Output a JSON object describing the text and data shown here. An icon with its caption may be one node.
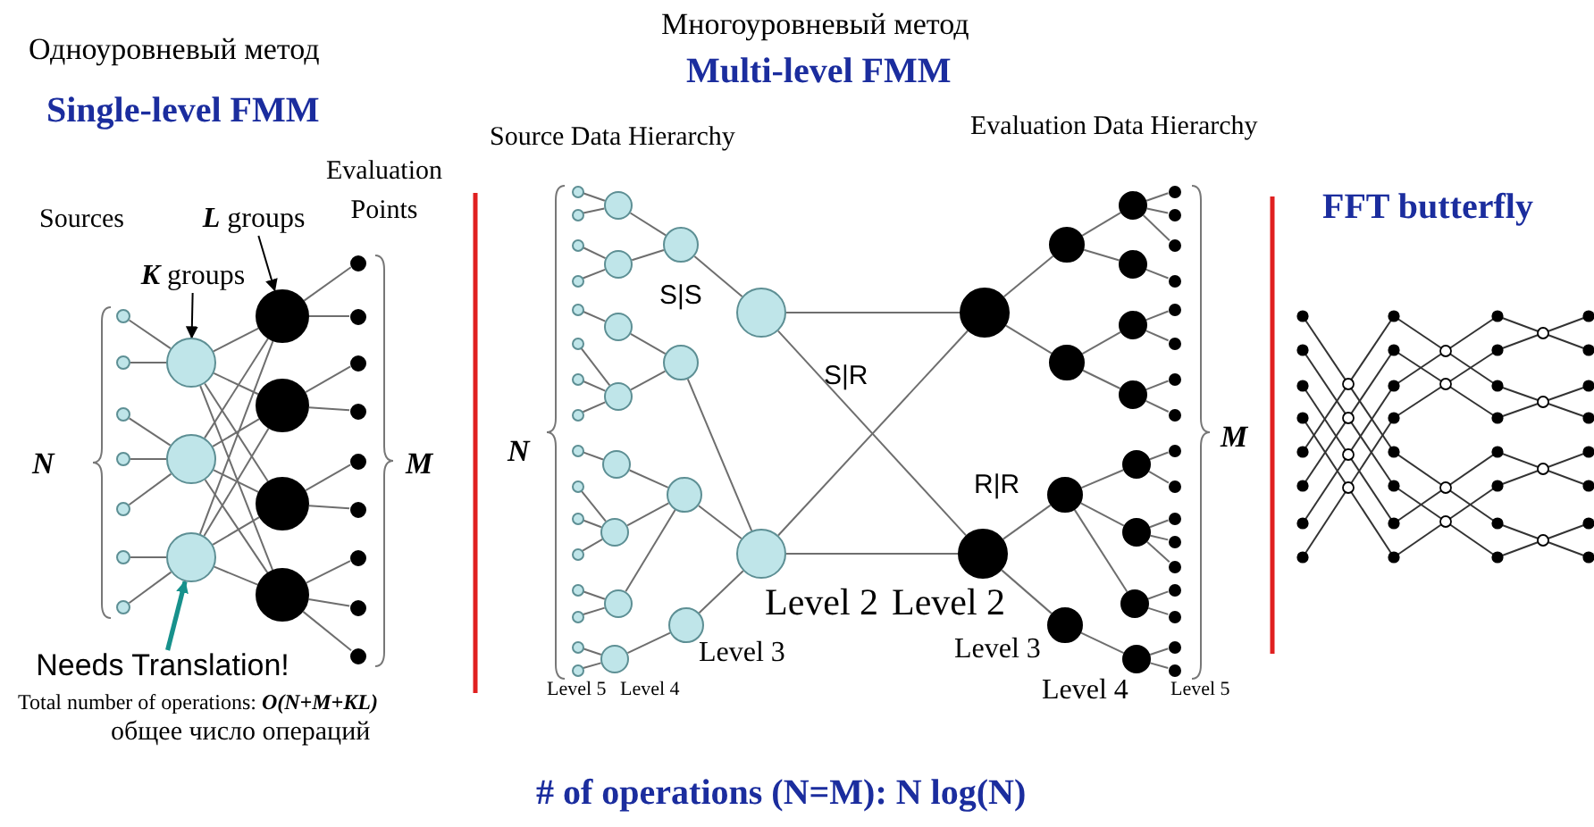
{
  "diagram": {
    "nodes": [
      {
        "text": [
          "**K** groups"
        ]
      },
      {
        "text": [
          "**L** groups"
        ]
      },
      {
        "text": [],
        "shape": "circle"
      },
      {
        "text": [],
        "shape": "circle"
      },
      {
        "text": [],
        "shape": "circle"
      },
      {
        "text": [],
        "shape": "circle"
      },
      {
        "text": [],
        "shape": "circle"
      },
      {
        "text": [],
        "shape": "circle"
      },
      {
        "text": [],
        "shape": "circle"
      },
      {
        "text": [],
        "shape": "circle"
      },
      {
        "text": [],
        "shape": "circle"
      },
      {
        "text": [],
        "shape": "circle"
      },
      {
        "text": [],
        "shape": "circle"
      },
      {
        "text": [],
        "shape": "circle"
      },
      {
        "text": [],
        "shape": "circle"
      },
      {
        "text": [],
        "shape": "circle"
      },
      {
        "text": [],
        "shape": "circle"
      },
      {
        "text": [],
        "shape": "circle"
      },
      {
        "text": [],
        "shape": "circle"
      },
      {
        "text": [],
        "shape": "circle"
      },
      {
        "text": [],
        "shape": "circle"
      },
      {
        "text": [],
        "shape": "circle"
      },
      {
        "text": [],
        "shape": "circle"
      },
      {
        "text": [],
        "shape": "circle"
      },
      {
        "text": [],
        "shape": "circle"
      },
      {
        "text": [
          "Needs Translation!"
        ]
      },
      {
        "text": [],
        "shape": "circle"
      },
      {
        "text": [],
        "shape": "circle"
      },
      {
        "text": [],
        "shape": "circle"
      },
      {
        "text": [],
        "shape": "circle"
      },
      {
        "text": [],
        "shape": "circle"
      },
      {
        "text": [],
        "shape": "circle"
      },
      {
        "text": [],
        "shape": "circle"
      },
      {
        "text": [],
        "shape": "circle"
      },
      {
        "text": [],
        "shape": "circle"
      },
      {
        "text": [],
        "shape": "circle"
      },
      {
        "text": [],
        "shape": "circle"
      },
      {
        "text": [],
        "shape": "circle"
      },
      {
        "text": [],
        "shape": "circle"
      },
      {
        "text": [],
        "shape": "circle"
      },
      {
        "text": [],
        "shape": "circle"
      },
      {
        "text": [],
        "shape": "circle"
      },
      {
        "text": [],
        "shape": "circle"
      },
      {
        "text": [],
        "shape": "circle"
      },
      {
        "text": [],
        "shape": "circle"
      },
      {
        "text": [],
        "shape": "circle"
      },
      {
        "text": [],
        "shape": "circle"
      },
      {
        "text": [],
        "shape": "circle"
      },
      {
        "text": [],
        "shape": "circle"
      },
      {
        "text": [],
        "shape": "circle"
      },
      {
        "text": [],
        "shape": "circle"
      },
      {
        "text": [],
        "shape": "circle"
      },
      {
        "text": [],
        "shape": "circle"
      },
      {
        "text": [],
        "shape": "circle"
      },
      {
        "text": [],
        "shape": "circle"
      },
      {
        "text": [],
        "shape": "circle"
      },
      {
        "text": [],
        "shape": "circle"
      },
      {
        "text": [],
        "shape": "circle"
      },
      {
        "text": [],
        "shape": "circle"
      },
      {
        "text": [],
        "shape": "circle"
      },
      {
        "text": [],
        "shape": "circle"
      },
      {
        "text": [],
        "shape": "circle"
      },
      {
        "text": [],
        "shape": "circle"
      },
      {
        "text": [],
        "shape": "circle"
      },
      {
        "text": [],
        "shape": "circle"
      },
      {
        "text": [],
        "shape": "circle"
      },
      {
        "text": [],
        "shape": "circle"
      },
      {
        "text": [],
        "shape": "circle"
      },
      {
        "text": [],
        "shape": "circle"
      },
      {
        "text": [],
        "shape": "circle"
      },
      {
        "text": [],
        "shape": "circle"
      },
      {
        "text": [],
        "shape": "circle"
      },
      {
        "text": [],
        "shape": "circle"
      },
      {
        "text": [],
        "shape": "circle"
      },
      {
        "text": [],
        "shape": "circle"
      },
      {
        "text": [],
        "shape": "circle"
      },
      {
        "text": [],
        "shape": "circle"
      },
      {
        "text": [],
        "shape": "circle"
      },
      {
        "text": [],
        "shape": "circle"
      },
      {
        "text": [],
        "shape": "circle"
      },
      {
        "text": [],
        "shape": "circle"
      },
      {
        "text": [],
        "shape": "circle"
      },
      {
        "text": [],
        "shape": "circle"
      },
      {
        "text": [],
        "shape": "circle"
      },
      {
        "text": [],
        "shape": "circle"
      },
      {
        "text": [],
        "shape": "circle"
      },
      {
        "text": [],
        "shape": "circle"
      }
    ],
    "edges": [
      {
        "from": 0,
        "to": 9,
        "arrow": "to",
        "color": "#000000"
      },
      {
        "from": 1,
        "to": 12,
        "arrow": "to",
        "color": "#000000"
      },
      {
        "from": 2,
        "to": 9,
        "arrow": "none"
      },
      {
        "from": 3,
        "to": 9,
        "arrow": "none"
      },
      {
        "from": 4,
        "to": 10,
        "arrow": "none"
      },
      {
        "from": 5,
        "to": 10,
        "arrow": "none"
      },
      {
        "from": 6,
        "to": 10,
        "arrow": "none"
      },
      {
        "from": 7,
        "to": 11,
        "arrow": "none"
      },
      {
        "from": 8,
        "to": 11,
        "arrow": "none"
      },
      {
        "from": 9,
        "to": 12,
        "arrow": "none"
      },
      {
        "from": 9,
        "to": 13,
        "arrow": "none"
      },
      {
        "from": 9,
        "to": 14,
        "arrow": "none"
      },
      {
        "from": 9,
        "to": 15,
        "arrow": "none"
      },
      {
        "from": 10,
        "to": 12,
        "arrow": "none"
      },
      {
        "from": 10,
        "to": 13,
        "arrow": "none"
      },
      {
        "from": 10,
        "to": 14,
        "arrow": "none"
      },
      {
        "from": 10,
        "to": 15,
        "arrow": "none"
      },
      {
        "from": 11,
        "to": 12,
        "arrow": "none"
      },
      {
        "from": 11,
        "to": 13,
        "arrow": "none"
      },
      {
        "from": 11,
        "to": 14,
        "arrow": "none"
      },
      {
        "from": 11,
        "to": 15,
        "arrow": "none"
      },
      {
        "from": 12,
        "to": 16,
        "arrow": "none"
      },
      {
        "from": 12,
        "to": 17,
        "arrow": "none"
      },
      {
        "from": 13,
        "to": 18,
        "arrow": "none"
      },
      {
        "from": 13,
        "to": 19,
        "arrow": "none"
      },
      {
        "from": 14,
        "to": 20,
        "arrow": "none"
      },
      {
        "from": 14,
        "to": 21,
        "arrow": "none"
      },
      {
        "from": 15,
        "to": 22,
        "arrow": "none"
      },
      {
        "from": 15,
        "to": 23,
        "arrow": "none"
      },
      {
        "from": 15,
        "to": 24,
        "arrow": "none"
      },
      {
        "from": 25,
        "to": 11,
        "arrow": "to",
        "style": "thick",
        "color": "#17918c"
      },
      {
        "from": 26,
        "to": 42,
        "arrow": "none"
      },
      {
        "from": 27,
        "to": 42,
        "arrow": "none"
      },
      {
        "from": 28,
        "to": 43,
        "arrow": "none"
      },
      {
        "from": 29,
        "to": 43,
        "arrow": "none"
      },
      {
        "from": 30,
        "to": 44,
        "arrow": "none"
      },
      {
        "from": 31,
        "to": 45,
        "arrow": "none"
      },
      {
        "from": 32,
        "to": 45,
        "arrow": "none"
      },
      {
        "from": 33,
        "to": 45,
        "arrow": "none"
      },
      {
        "from": 34,
        "to": 46,
        "arrow": "none"
      },
      {
        "from": 35,
        "to": 47,
        "arrow": "none"
      },
      {
        "from": 36,
        "to": 47,
        "arrow": "none"
      },
      {
        "from": 37,
        "to": 47,
        "arrow": "none"
      },
      {
        "from": 38,
        "to": 48,
        "arrow": "none"
      },
      {
        "from": 39,
        "to": 48,
        "arrow": "none"
      },
      {
        "from": 40,
        "to": 49,
        "arrow": "none"
      },
      {
        "from": 41,
        "to": 49,
        "arrow": "none"
      },
      {
        "from": 42,
        "to": 50,
        "arrow": "none"
      },
      {
        "from": 43,
        "to": 50,
        "arrow": "none"
      },
      {
        "from": 44,
        "to": 51,
        "arrow": "none"
      },
      {
        "from": 45,
        "to": 51,
        "arrow": "none"
      },
      {
        "from": 46,
        "to": 52,
        "arrow": "none"
      },
      {
        "from": 47,
        "to": 52,
        "arrow": "none"
      },
      {
        "from": 48,
        "to": 52,
        "arrow": "none"
      },
      {
        "from": 49,
        "to": 53,
        "arrow": "none"
      },
      {
        "from": 50,
        "to": 54,
        "arrow": "none"
      },
      {
        "from": 51,
        "to": 55,
        "arrow": "none"
      },
      {
        "from": 52,
        "to": 55,
        "arrow": "none"
      },
      {
        "from": 53,
        "to": 55,
        "arrow": "none"
      },
      {
        "from": 54,
        "to": 56,
        "arrow": "none"
      },
      {
        "from": 54,
        "to": 57,
        "arrow": "none"
      },
      {
        "from": 55,
        "to": 56,
        "arrow": "none"
      },
      {
        "from": 55,
        "to": 57,
        "arrow": "none"
      },
      {
        "from": 56,
        "to": 58,
        "arrow": "none"
      },
      {
        "from": 56,
        "to": 59,
        "arrow": "none"
      },
      {
        "from": 57,
        "to": 60,
        "arrow": "none"
      },
      {
        "from": 57,
        "to": 61,
        "arrow": "none"
      },
      {
        "from": 58,
        "to": 62,
        "arrow": "none"
      },
      {
        "from": 58,
        "to": 63,
        "arrow": "none"
      },
      {
        "from": 59,
        "to": 64,
        "arrow": "none"
      },
      {
        "from": 59,
        "to": 65,
        "arrow": "none"
      },
      {
        "from": 60,
        "to": 66,
        "arrow": "none"
      },
      {
        "from": 60,
        "to": 67,
        "arrow": "none"
      },
      {
        "from": 60,
        "to": 68,
        "arrow": "none"
      },
      {
        "from": 61,
        "to": 69,
        "arrow": "none"
      },
      {
        "from": 62,
        "to": 70,
        "arrow": "none"
      },
      {
        "from": 62,
        "to": 71,
        "arrow": "none"
      },
      {
        "from": 62,
        "to": 72,
        "arrow": "none"
      },
      {
        "from": 63,
        "to": 73,
        "arrow": "none"
      },
      {
        "from": 64,
        "to": 74,
        "arrow": "none"
      },
      {
        "from": 64,
        "to": 75,
        "arrow": "none"
      },
      {
        "from": 65,
        "to": 76,
        "arrow": "none"
      },
      {
        "from": 65,
        "to": 77,
        "arrow": "none"
      },
      {
        "from": 66,
        "to": 78,
        "arrow": "none"
      },
      {
        "from": 66,
        "to": 79,
        "arrow": "none"
      },
      {
        "from": 67,
        "to": 80,
        "arrow": "none"
      },
      {
        "from": 67,
        "to": 81,
        "arrow": "none"
      },
      {
        "from": 67,
        "to": 82,
        "arrow": "none"
      },
      {
        "from": 68,
        "to": 83,
        "arrow": "none"
      },
      {
        "from": 68,
        "to": 84,
        "arrow": "none"
      },
      {
        "from": 69,
        "to": 85,
        "arrow": "none"
      },
      {
        "from": 69,
        "to": 86,
        "arrow": "none"
      }
    ],
    "labels": [
      "Одноуровневый метод",
      "Single-level FMM",
      "Многоуровневый метод",
      "Multi-level FMM",
      "Source Data Hierarchy",
      "Evaluation Data Hierarchy",
      "Evaluation Points",
      "Sources",
      "FFT butterfly",
      "S|S",
      "S|R",
      "N",
      "M",
      "N",
      "M",
      "R|R",
      "Level 2",
      "Level 2",
      "Level 3",
      "Level 3",
      "Level 4",
      "Level 5",
      "Level 4",
      "Level 5",
      "Total number of operations: **O(N+M+KL)**",
      "общее число операций",
      "# of operations (N=M): N log(N)"
    ]
  }
}
